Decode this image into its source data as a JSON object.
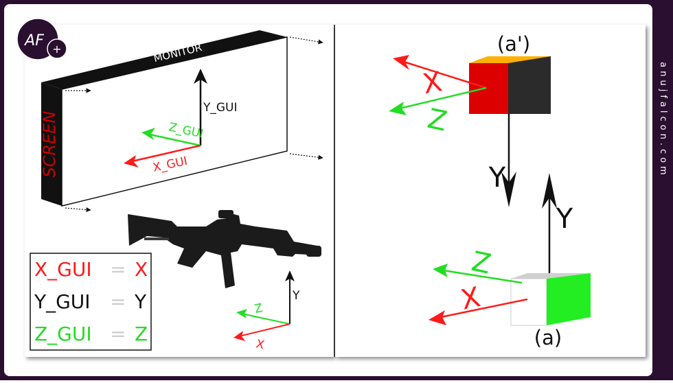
{
  "logo": {
    "letters": "AF",
    "plus": "+"
  },
  "watermark": "anujfalcon.com",
  "monitor": {
    "top_label": "MONITOR",
    "side_label": "SCREEN",
    "axes": {
      "y": "Y_GUI",
      "z": "Z_GUI",
      "x": "X_GUI"
    }
  },
  "legend": {
    "rows": [
      {
        "left": "X_GUI",
        "eq": "=",
        "right": "X",
        "color": "#ff1a1a"
      },
      {
        "left": "Y_GUI",
        "eq": "=",
        "right": "Y",
        "color": "#111111"
      },
      {
        "left": "Z_GUI",
        "eq": "=",
        "right": "Z",
        "color": "#22dd22"
      }
    ],
    "eq_color": "#cccccc"
  },
  "rifle_axes": {
    "y": "Y",
    "z": "Z",
    "x": "X"
  },
  "cube_top": {
    "label": "(a')",
    "x": "X",
    "z": "Z",
    "y": "Y"
  },
  "cube_bottom": {
    "label": "(a)",
    "x": "X",
    "z": "Z",
    "y": "Y"
  },
  "colors": {
    "frame": "#2a0f30",
    "red": "#ff1a1a",
    "green": "#22dd22",
    "black": "#111111",
    "cube_top_face": "#ffb000",
    "cube_front_red": "#dd0000",
    "cube_side_dark": "#2b2b2b",
    "cube_bottom_top": "#d0d0d0",
    "cube_bottom_green": "#22ee22"
  }
}
